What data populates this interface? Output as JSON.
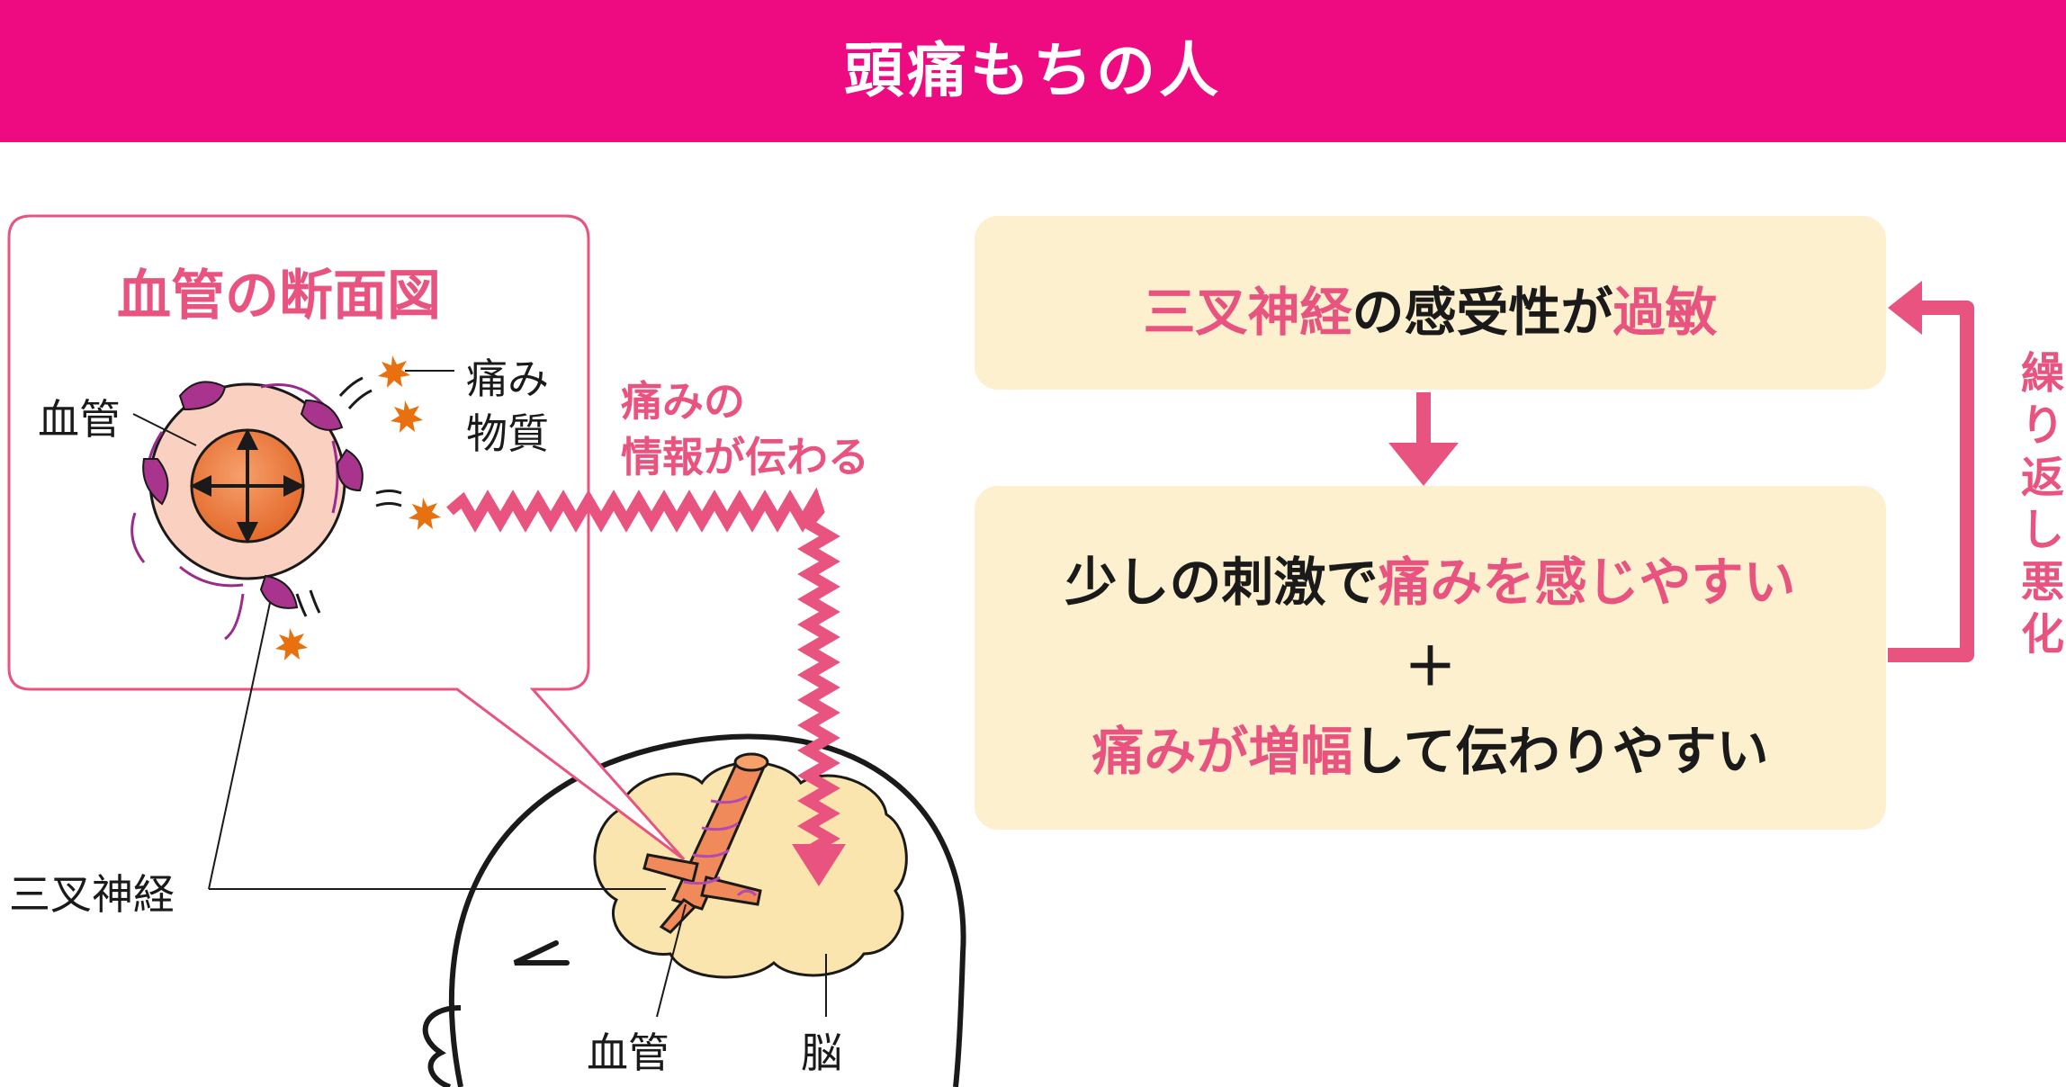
{
  "header": {
    "title": "頭痛もちの人"
  },
  "inset": {
    "title": "血管の断面図",
    "label_vessel": "血管",
    "label_pain_substance_1": "痛み",
    "label_pain_substance_2": "物質"
  },
  "pain_info": {
    "line1": "痛みの",
    "line2": "情報が伝わる"
  },
  "head": {
    "label_trigeminal": "三叉神経",
    "label_vessel": "血管",
    "label_brain": "脳"
  },
  "flow": {
    "box1": {
      "part1": "三叉神経",
      "part2": "の感受性が",
      "part3": "過敏"
    },
    "box2": {
      "line1_black": "少しの刺激で",
      "line1_pink": "痛みを感じやすい",
      "plus": "＋",
      "line3_pink": "痛みが増幅",
      "line3_black": "して伝わりやすい"
    },
    "loop_label": [
      "繰",
      "り",
      "返",
      "し",
      "悪",
      "化"
    ]
  },
  "colors": {
    "header_bg": "#ee0a80",
    "accent_pink": "#e8547f",
    "box_bg": "#fdf0cf",
    "brain_fill": "#fbe5ae",
    "vessel_orange": "#f08a5a",
    "star_orange": "#e8700e",
    "nerve_purple": "#9a2a8c"
  }
}
